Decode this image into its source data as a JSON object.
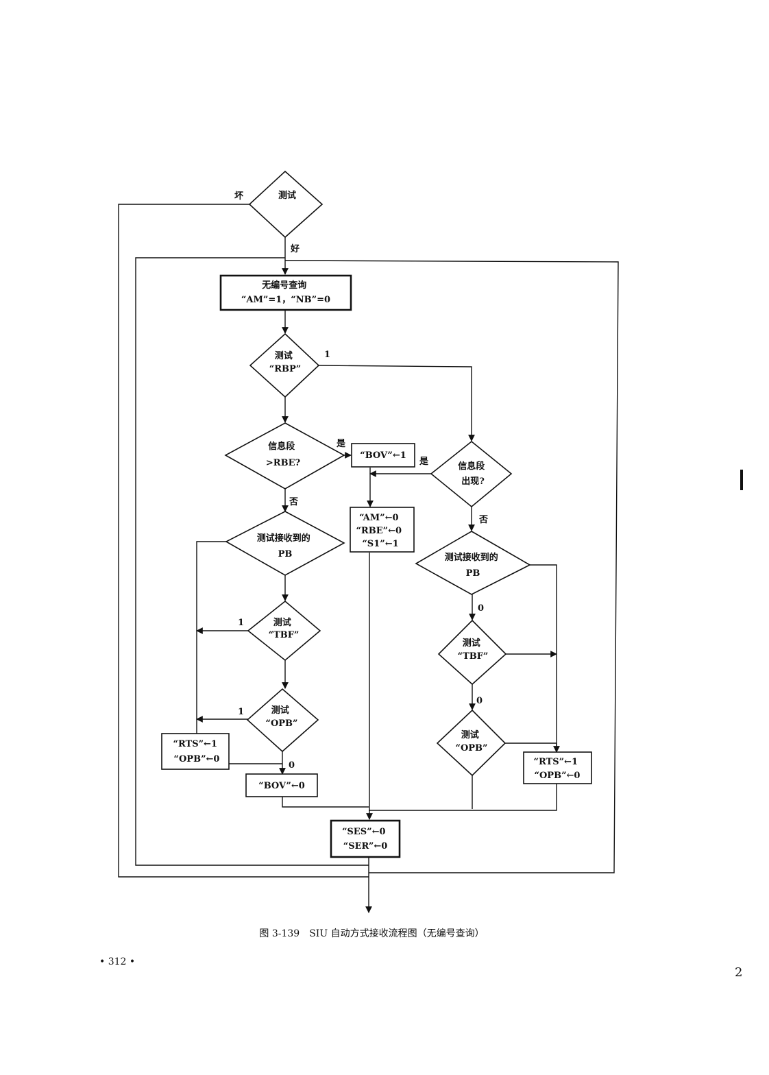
{
  "nodes": {
    "test_start": {
      "lines": [
        "测试"
      ]
    },
    "poll_box": {
      "lines": [
        "无编号查询",
        "“AM”=1，“NB”=0"
      ]
    },
    "test_rbp": {
      "lines": [
        "测试",
        "“RBP”"
      ]
    },
    "info_gt_rbe": {
      "lines": [
        "信息段",
        ">RBE?"
      ]
    },
    "bov_set": {
      "lines": [
        "“BOV”←1"
      ]
    },
    "info_present": {
      "lines": [
        "信息段",
        "出现?"
      ]
    },
    "status_box": {
      "lines": [
        "“AM”←0",
        "“RBE”←0",
        "“S1”←1"
      ]
    },
    "test_pb_left": {
      "lines": [
        "测试接收到的",
        "PB"
      ]
    },
    "test_pb_right": {
      "lines": [
        "测试接收到的",
        "PB"
      ]
    },
    "test_tbf_left": {
      "lines": [
        "测试",
        "“TBF”"
      ]
    },
    "test_tbf_right": {
      "lines": [
        "测试",
        "“TBF”"
      ]
    },
    "test_opb_left": {
      "lines": [
        "测试",
        "“OPB”"
      ]
    },
    "test_opb_right": {
      "lines": [
        "测试",
        "“OPB”"
      ]
    },
    "rts_opb_left": {
      "lines": [
        "“RTS”←1",
        "“OPB”←0"
      ]
    },
    "rts_opb_right": {
      "lines": [
        "“RTS”←1",
        "“OPB”←0"
      ]
    },
    "bov_clear": {
      "lines": [
        "“BOV”←0"
      ]
    },
    "ses_ser": {
      "lines": [
        "“SES”←0",
        "“SER”←0"
      ]
    }
  },
  "edge_labels": {
    "bad": "坏",
    "good": "好",
    "rbp_one": "1",
    "yes_left": "是",
    "yes_right": "是",
    "no_left": "否",
    "no_right": "否",
    "tbf_left_one": "1",
    "opb_left_one": "1",
    "opb_left_zero": "0",
    "pb_right_zero": "0",
    "tbf_right_zero": "0"
  },
  "caption": "图 3-139　SIU 自动方式接收流程图（无编号查询）",
  "page_number": "• 312 •",
  "corner_mark": "2"
}
